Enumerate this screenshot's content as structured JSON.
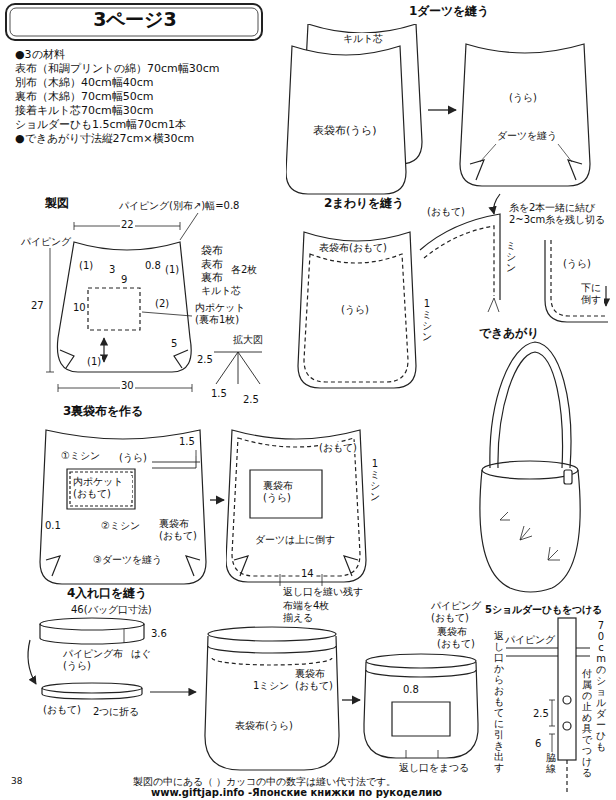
{
  "diagram": {
    "title": "3ページ3",
    "caption": "製図の中にある（ ）カッコの中の数字は縫い代寸法です。",
    "nodes": [
      {
        "text": [
          "キルト芯",
          "表袋布(うら)"
        ]
      },
      {
        "text": [
          "(うら)",
          "ダーツを縫う"
        ]
      },
      {
        "text": [
          "表袋布(おもて)",
          "(うら)",
          "1ミシン"
        ]
      },
      {
        "text": [
          "①ミシン",
          "0.1",
          "②ミシン",
          "裏袋布 (おもて)",
          "③ダーツを縫う"
        ]
      },
      {
        "text": [
          "内ポケット (おもて)"
        ],
        "in": 3
      },
      {
        "text": [
          "(おもて)",
          "裏袋布 (うら)",
          "1ミシン",
          "ダーツは上に倒す"
        ]
      },
      {
        "text": [
          "1ミシン",
          "表袋布(うら)"
        ]
      },
      {
        "text": [
          "0.8"
        ]
      }
    ],
    "edges": [
      {
        "from": 0,
        "to": 1,
        "arrow": "to"
      },
      {
        "from": 3,
        "to": 5,
        "arrow": "to"
      },
      {
        "from": 6,
        "to": 7,
        "arrow": "to"
      }
    ],
    "labels": [
      "●3の材料",
      "表布（和調プリントの綿）70cm幅30cm",
      "別布（木綿）40cm幅40cm",
      "裏布（木綿）70cm幅50cm",
      "接着キルト芯70cm幅30cm",
      "ショルダーひも1.5cm幅70cm1本",
      "●できあがり寸法縦27cm×横30cm",
      "1ダーツを縫う",
      "(おもて)",
      "糸を2本一緒に結び 2~3cm糸を残し切る",
      "ミシン",
      "(うら)",
      "下に倒す",
      "製図",
      "パイピング(別布↗)幅=0.8",
      "パイピング",
      "22",
      "(1)",
      "3",
      "9",
      "0.8",
      "(1)",
      "袋布",
      "表布",
      "裏布",
      "各2枚",
      "キルト芯",
      "27",
      "10",
      "(2)",
      "内ポケット (裏布1枚)",
      "5",
      "2.5",
      "(1)",
      "30",
      "拡大図",
      "1.5",
      "2.5",
      "2まわりを縫う",
      "できあがり",
      "3裏袋布を作る",
      "1.5",
      "(うら)",
      "14",
      "返し口を縫い残す",
      "4入れ口を縫う",
      "46(バッグ口寸法)",
      "パイピング布 (うら)",
      "はぐ",
      "3.6",
      "(おもて)",
      "2つに折る",
      "布端を4枚 揃える",
      "裏袋布 (おもて)",
      "パイピング (おもて)",
      "裏袋布 (おもて)",
      "返し口からおもてに引き出す",
      "返し口をまつる",
      "5ショルダーひもをつける",
      "パイピング",
      "70cmのショルダーひも",
      "付属の止め具でつける",
      "2.5",
      "6",
      "脇線",
      "38",
      "www.giftjap.info -Японские книжки по рукоделию"
    ]
  }
}
